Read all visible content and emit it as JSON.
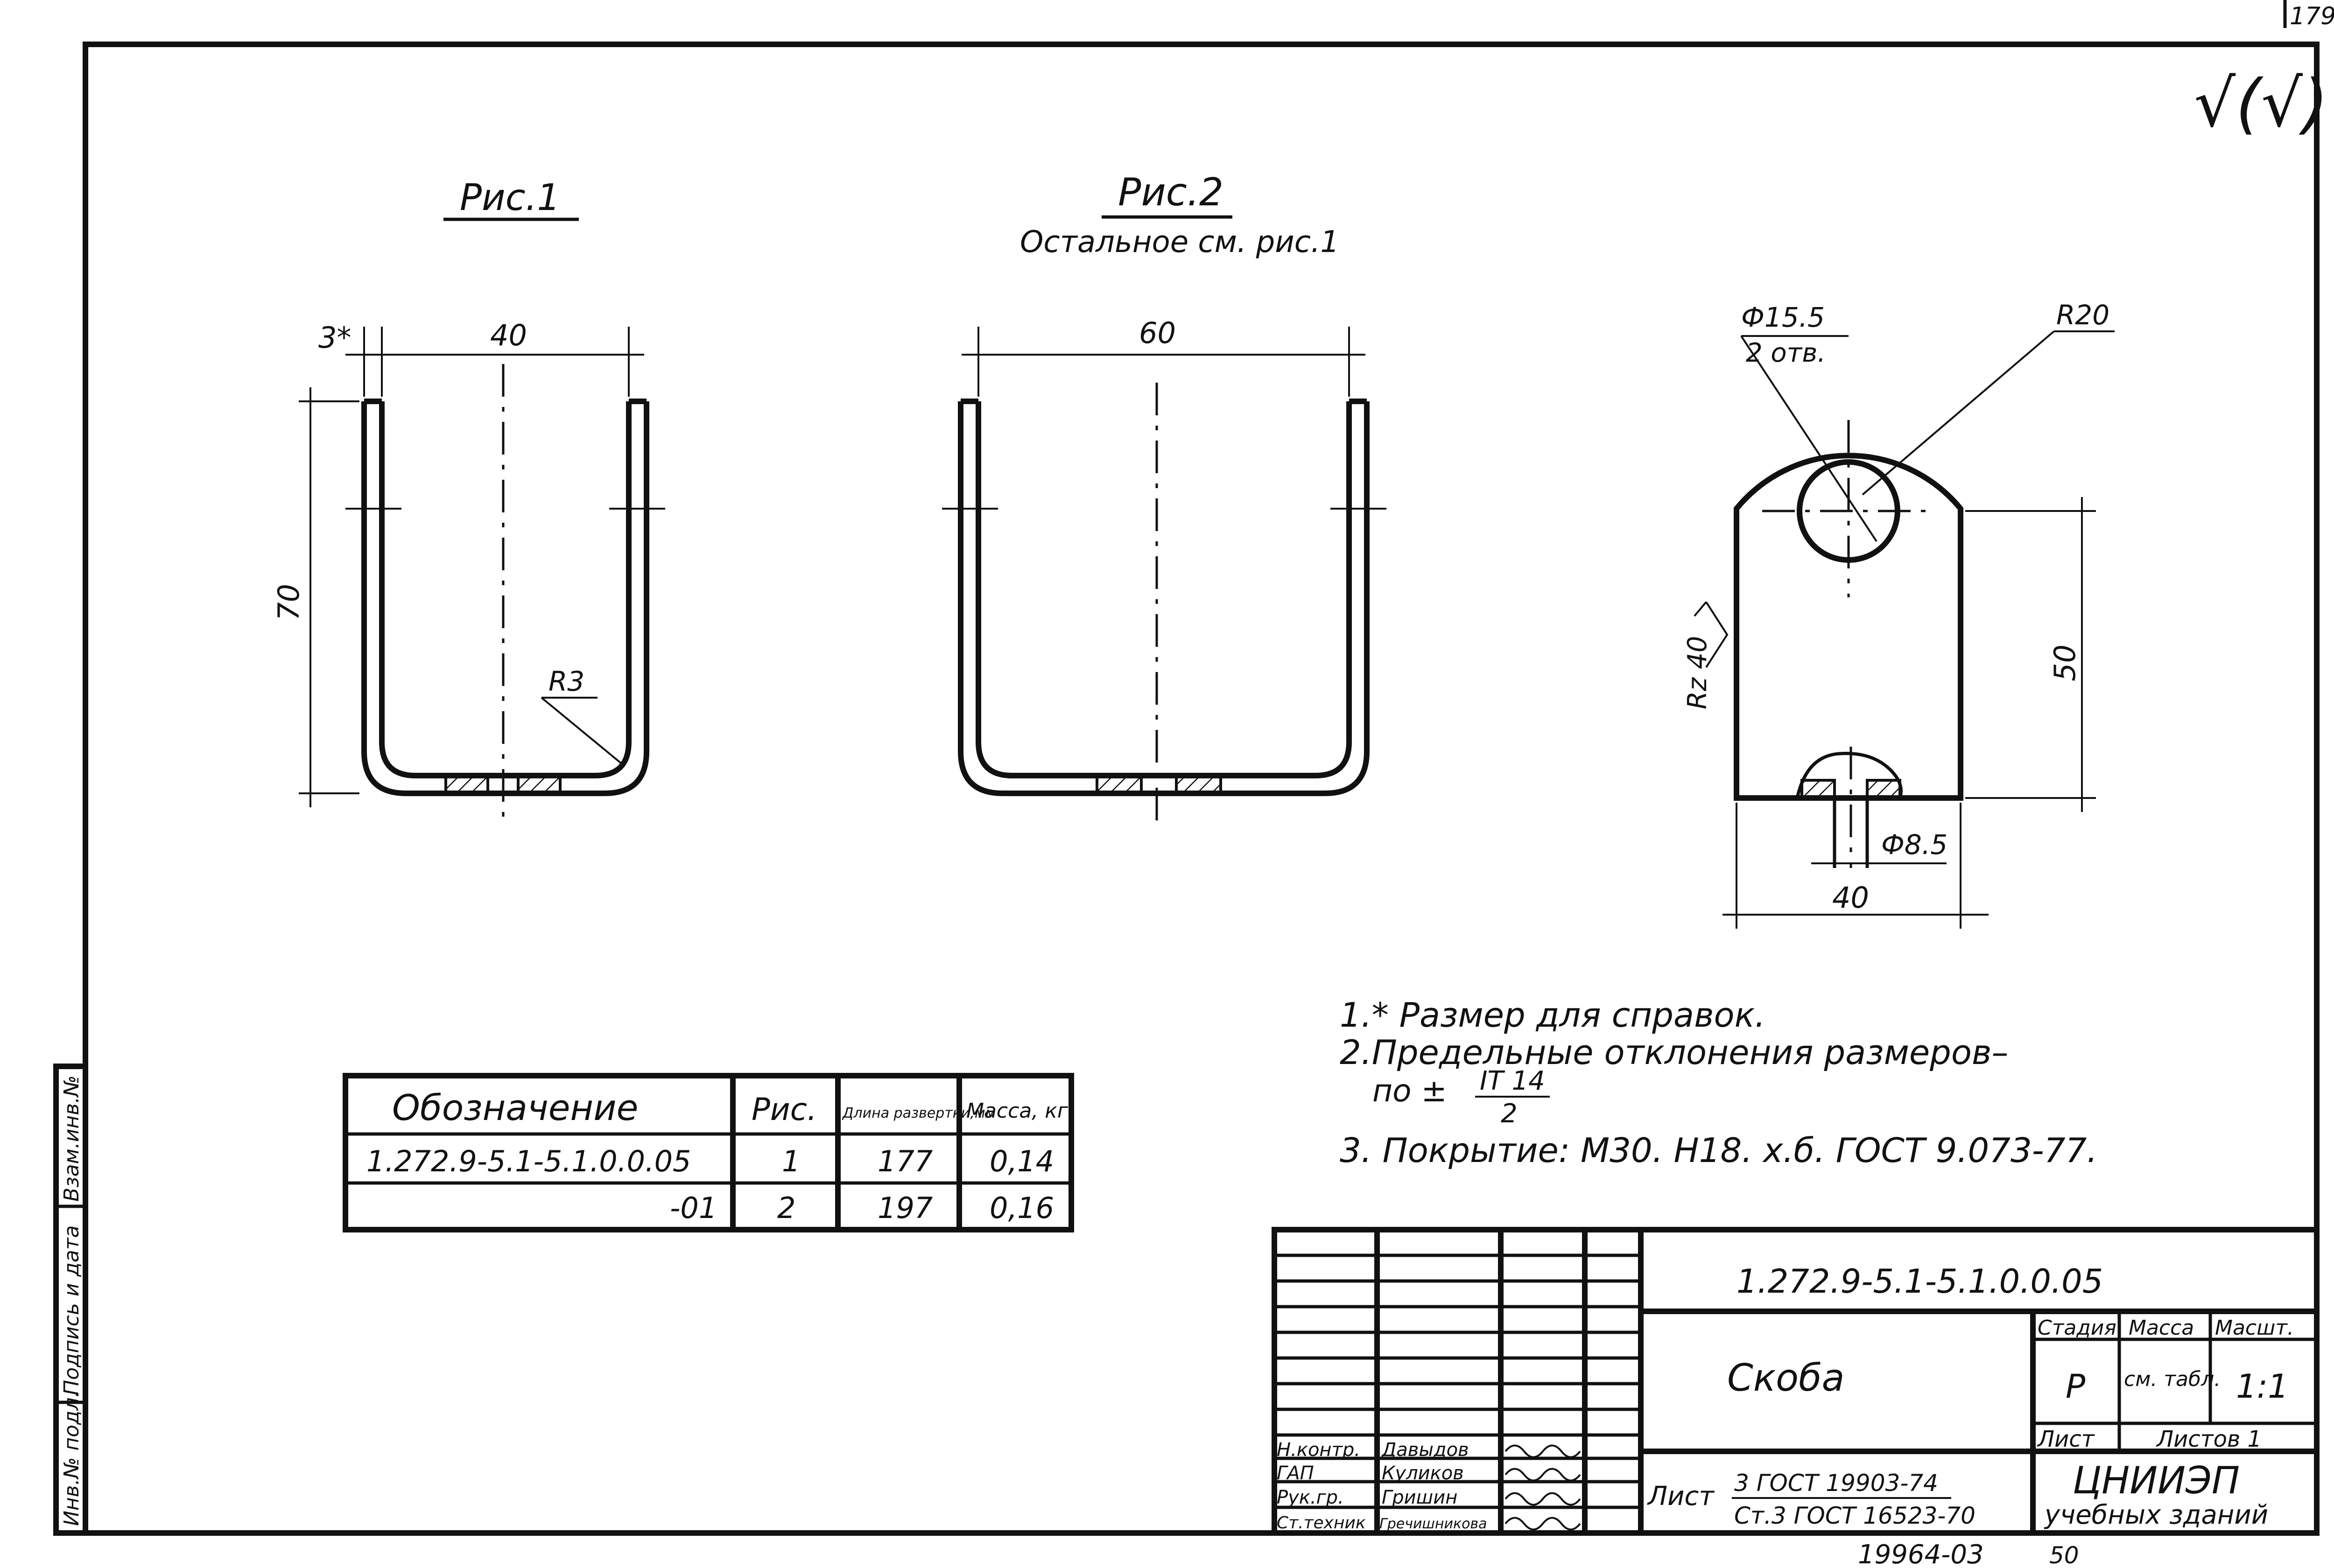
{
  "sheet_number": "179",
  "roughness_mark": "√(√)",
  "views": {
    "fig1": {
      "title": "Рис.1",
      "dim_width": "40",
      "dim_thickness": "3*",
      "dim_height": "70",
      "dim_radius": "R3"
    },
    "fig2": {
      "title": "Рис.2",
      "subtitle": "Остальное см. рис.1",
      "dim_width": "60"
    },
    "side": {
      "hole_dia": "Ф15.5",
      "hole_count": "2 отв.",
      "radius": "R20",
      "height": "50",
      "roughness": "Rz 40",
      "bottom_hole": "Ф8.5",
      "width": "40"
    }
  },
  "notes": [
    "1.* Размер для справок.",
    "2.Предельные отклонения размеров–",
    "3. Покрытие: М30. Н18. х.б. ГОСТ 9.073-77."
  ],
  "note2_prefix": "по ±",
  "note2_fraction_num": "IT 14",
  "note2_fraction_den": "2",
  "spec_table": {
    "headers": [
      "Обозначение",
      "Рис.",
      "Длина развертки,мм",
      "Масса, кг"
    ],
    "rows": [
      [
        "1.272.9-5.1-5.1.0.0.05",
        "1",
        "177",
        "0,14"
      ],
      [
        "-01",
        "2",
        "197",
        "0,16"
      ]
    ]
  },
  "side_stamp": {
    "labels": [
      "Инв.№ подл.",
      "Подпись и дата",
      "Взам.инв.№"
    ]
  },
  "title_block": {
    "doc_code": "1.272.9-5.1-5.1.0.0.05",
    "part_name": "Скоба",
    "col_stage": "Стадия",
    "col_mass": "Масса",
    "col_scale": "Масшт.",
    "stage": "Р",
    "mass": "см. табл.",
    "scale": "1:1",
    "sheet_label": "Лист",
    "sheets_label": "Листов 1",
    "org_name": "ЦНИИЭП",
    "org_sub": "учебных зданий",
    "material_label": "Лист",
    "material_top": "3 ГОСТ 19903-74",
    "material_bottom": "Ст.3 ГОСТ 16523-70",
    "roles": [
      {
        "role": "Н.контр.",
        "name": "Давыдов"
      },
      {
        "role": "ГАП",
        "name": "Куликов"
      },
      {
        "role": "Рук.гр.",
        "name": "Гришин"
      },
      {
        "role": "Ст.техник",
        "name": "Гречишникова"
      }
    ]
  },
  "footer_code": "19964-03",
  "footer_page": "50"
}
